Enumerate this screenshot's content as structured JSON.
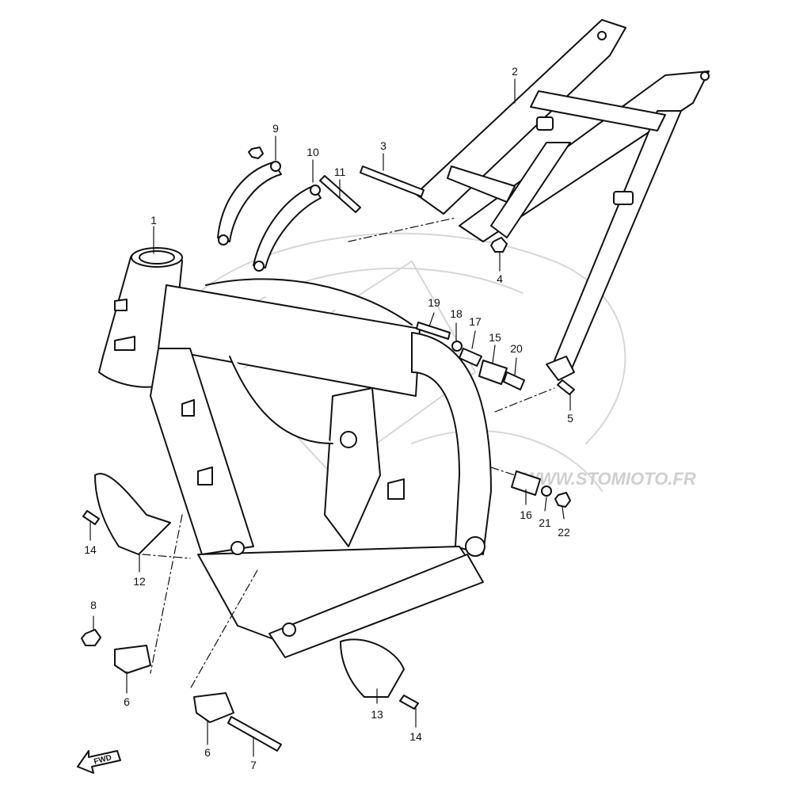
{
  "callouts": [
    {
      "id": "1",
      "label": "1"
    },
    {
      "id": "2",
      "label": "2"
    },
    {
      "id": "3",
      "label": "3"
    },
    {
      "id": "4",
      "label": "4"
    },
    {
      "id": "5",
      "label": "5"
    },
    {
      "id": "6a",
      "label": "6"
    },
    {
      "id": "6b",
      "label": "6"
    },
    {
      "id": "7",
      "label": "7"
    },
    {
      "id": "8",
      "label": "8"
    },
    {
      "id": "9",
      "label": "9"
    },
    {
      "id": "10",
      "label": "10"
    },
    {
      "id": "11",
      "label": "11"
    },
    {
      "id": "12",
      "label": "12"
    },
    {
      "id": "13",
      "label": "13"
    },
    {
      "id": "14a",
      "label": "14"
    },
    {
      "id": "14b",
      "label": "14"
    },
    {
      "id": "15",
      "label": "15"
    },
    {
      "id": "16",
      "label": "16"
    },
    {
      "id": "17",
      "label": "17"
    },
    {
      "id": "18",
      "label": "18"
    },
    {
      "id": "19",
      "label": "19"
    },
    {
      "id": "20",
      "label": "20"
    },
    {
      "id": "21",
      "label": "21"
    },
    {
      "id": "22",
      "label": "22"
    }
  ],
  "fwd_label": "FWD",
  "watermark": {
    "text": "WWW.STOMIOTO.FR",
    "color": "#cfcfcf"
  },
  "colors": {
    "line": "#111111",
    "fill": "#ffffff"
  }
}
